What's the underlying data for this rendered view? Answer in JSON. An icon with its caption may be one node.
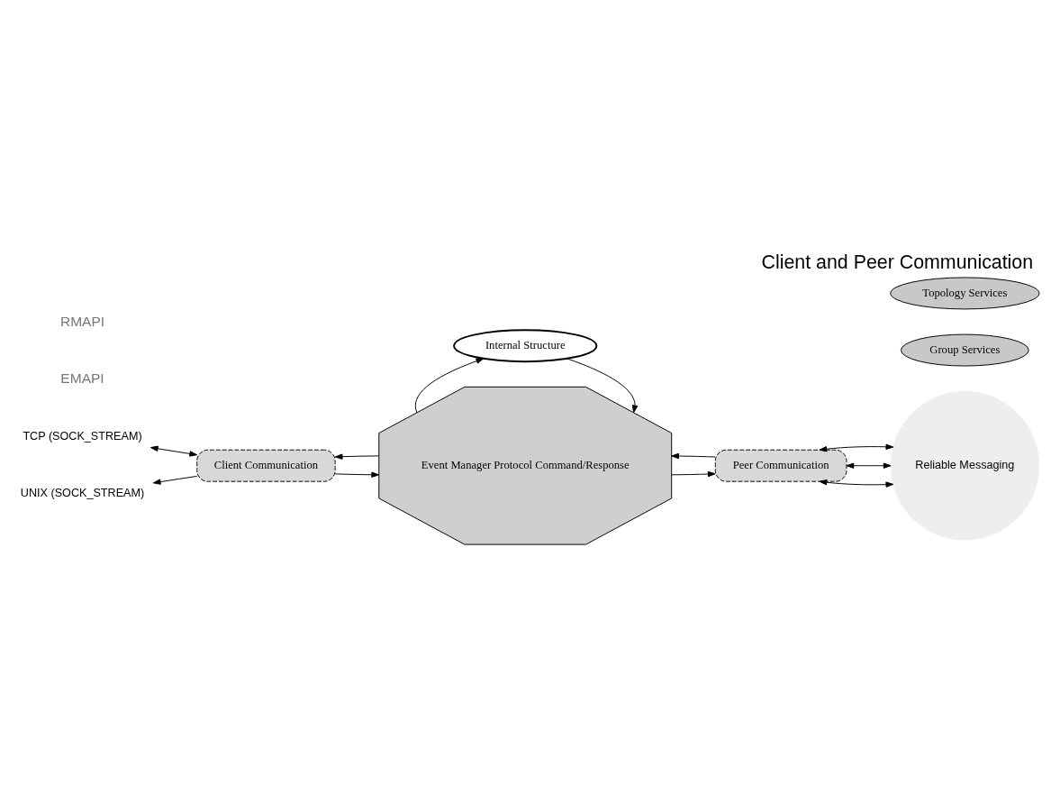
{
  "diagram": {
    "title": "Client and Peer Communication",
    "nodes": [
      {
        "text": [
          "TCP (SOCK_STREAM)"
        ]
      },
      {
        "text": [
          "UNIX (SOCK_STREAM)"
        ]
      },
      {
        "text": [
          "Client Communication"
        ]
      },
      {
        "text": [
          "Event Manager Protocol Command/Response"
        ]
      },
      {
        "text": [
          "Peer Communication"
        ]
      },
      {
        "text": [
          "Group Services"
        ]
      },
      {
        "text": [
          "Reliable Messaging"
        ]
      },
      {
        "text": [
          "Topology Services"
        ]
      },
      {
        "text": [
          "Internal Structure"
        ]
      }
    ],
    "edges": [
      {
        "from": 0,
        "to": 2,
        "arrow": "both"
      },
      {
        "from": 2,
        "to": 1,
        "arrow": "to"
      },
      {
        "from": 2,
        "to": 3,
        "arrow": "to"
      },
      {
        "from": 3,
        "to": 2,
        "arrow": "to"
      },
      {
        "from": 4,
        "to": 3,
        "arrow": "to"
      },
      {
        "from": 3,
        "to": 4,
        "arrow": "to"
      },
      {
        "from": 4,
        "to": 6,
        "arrow": "both"
      },
      {
        "from": 4,
        "to": 6,
        "arrow": "both"
      },
      {
        "from": 4,
        "to": 6,
        "arrow": "both"
      },
      {
        "from": 8,
        "to": 3,
        "arrow": "to"
      },
      {
        "from": 3,
        "to": 8,
        "arrow": "to"
      }
    ],
    "labels": [
      "EMAPI",
      "RMAPI"
    ]
  }
}
